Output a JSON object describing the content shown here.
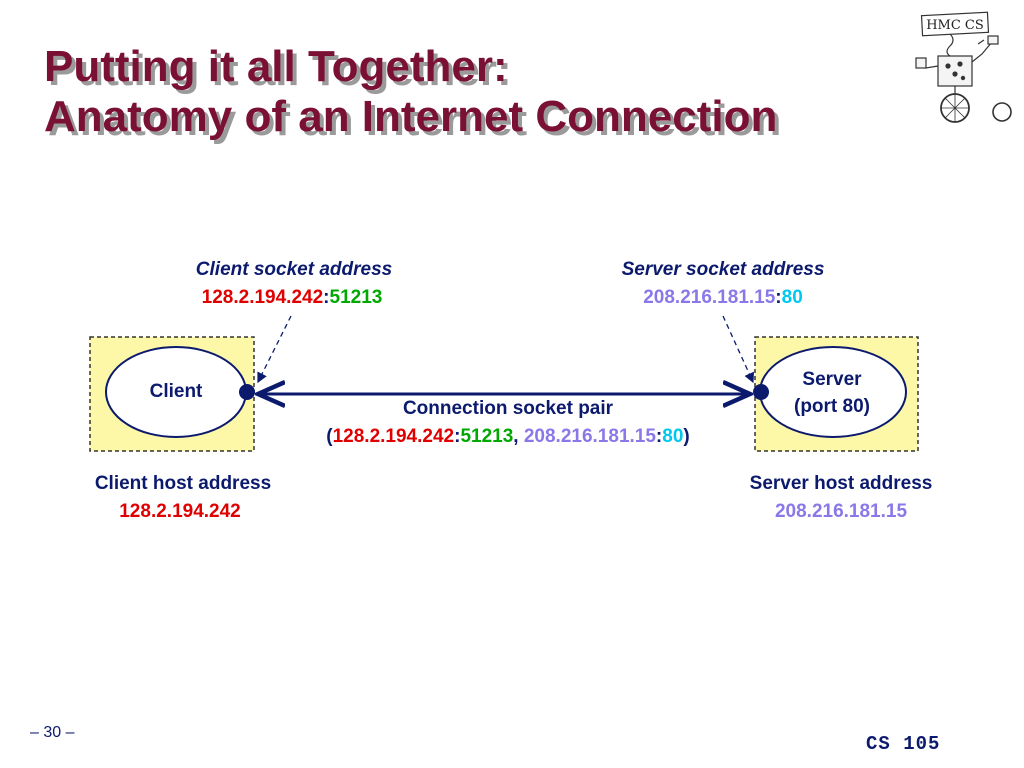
{
  "title": {
    "line1": "Putting it all Together:",
    "line2": "Anatomy of an Internet Connection"
  },
  "logo": {
    "text": "HMC CS"
  },
  "client": {
    "box_label": "Client",
    "socket_title": "Client socket address",
    "ip": "128.2.194.242",
    "sep": ":",
    "port": "51213",
    "host_title": "Client host address",
    "host_ip": "128.2.194.242"
  },
  "server": {
    "box_label_1": "Server",
    "box_label_2": "(port 80)",
    "socket_title": "Server socket address",
    "ip": "208.216.181.15",
    "sep": ":",
    "port": "80",
    "host_title": "Server host address",
    "host_ip": "208.216.181.15"
  },
  "connection": {
    "title": "Connection socket pair",
    "open": "(",
    "client_ip": "128.2.194.242",
    "sep1": ":",
    "client_port": "51213",
    "comma": ", ",
    "server_ip": "208.216.181.15",
    "sep2": ":",
    "server_port": "80",
    "close": ")"
  },
  "colors": {
    "title": "#7a1034",
    "navy": "#0c1a6e",
    "client_ip": "#e00000",
    "client_port": "#00a800",
    "server_ip": "#8a78e8",
    "server_port": "#00c8f0",
    "host_box": "#fdf7a8"
  },
  "footer": {
    "page": "– 30 –",
    "course": "CS 105"
  }
}
